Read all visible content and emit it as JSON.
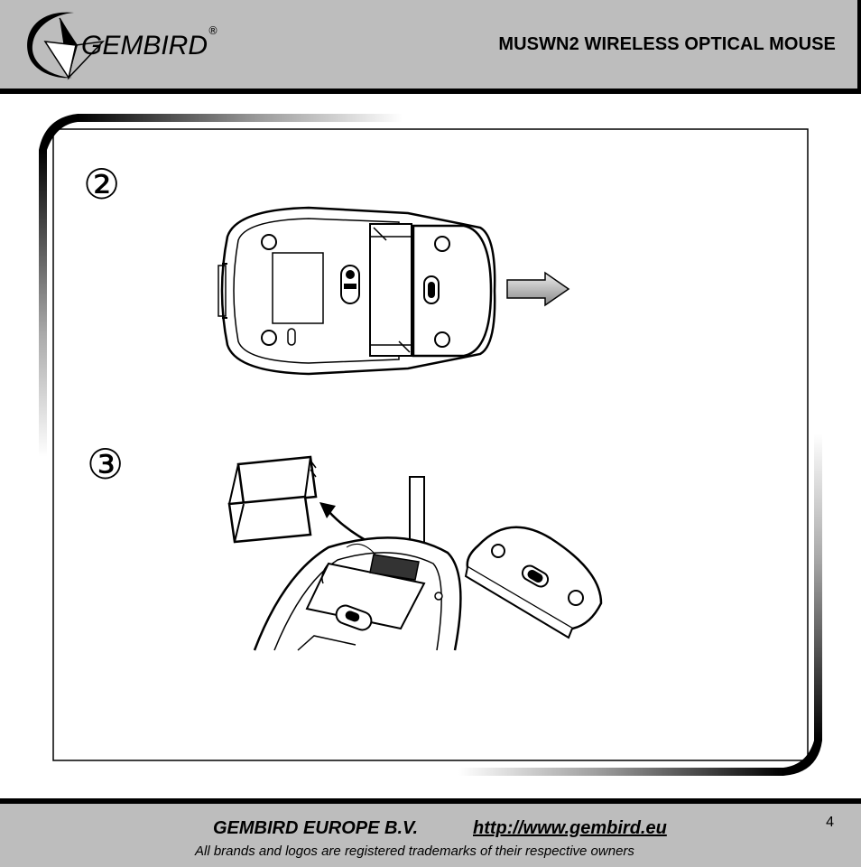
{
  "header": {
    "brand": "GEMBIRD",
    "registered_mark": "®",
    "title": "MUSWN2 WIRELESS OPTICAL MOUSE"
  },
  "steps": [
    {
      "number": "②",
      "arrow_icon": "arrow-right-icon"
    },
    {
      "number": "③",
      "arrow_icon": "curved-arrow-icon"
    }
  ],
  "footer": {
    "company": "GEMBIRD EUROPE B.V.",
    "website": "http://www.gembird.eu",
    "tagline": "All brands and logos are registered trademarks of their respective owners",
    "page_number": "4"
  },
  "colors": {
    "header_bg": "#bdbdbd",
    "border": "#000000"
  }
}
